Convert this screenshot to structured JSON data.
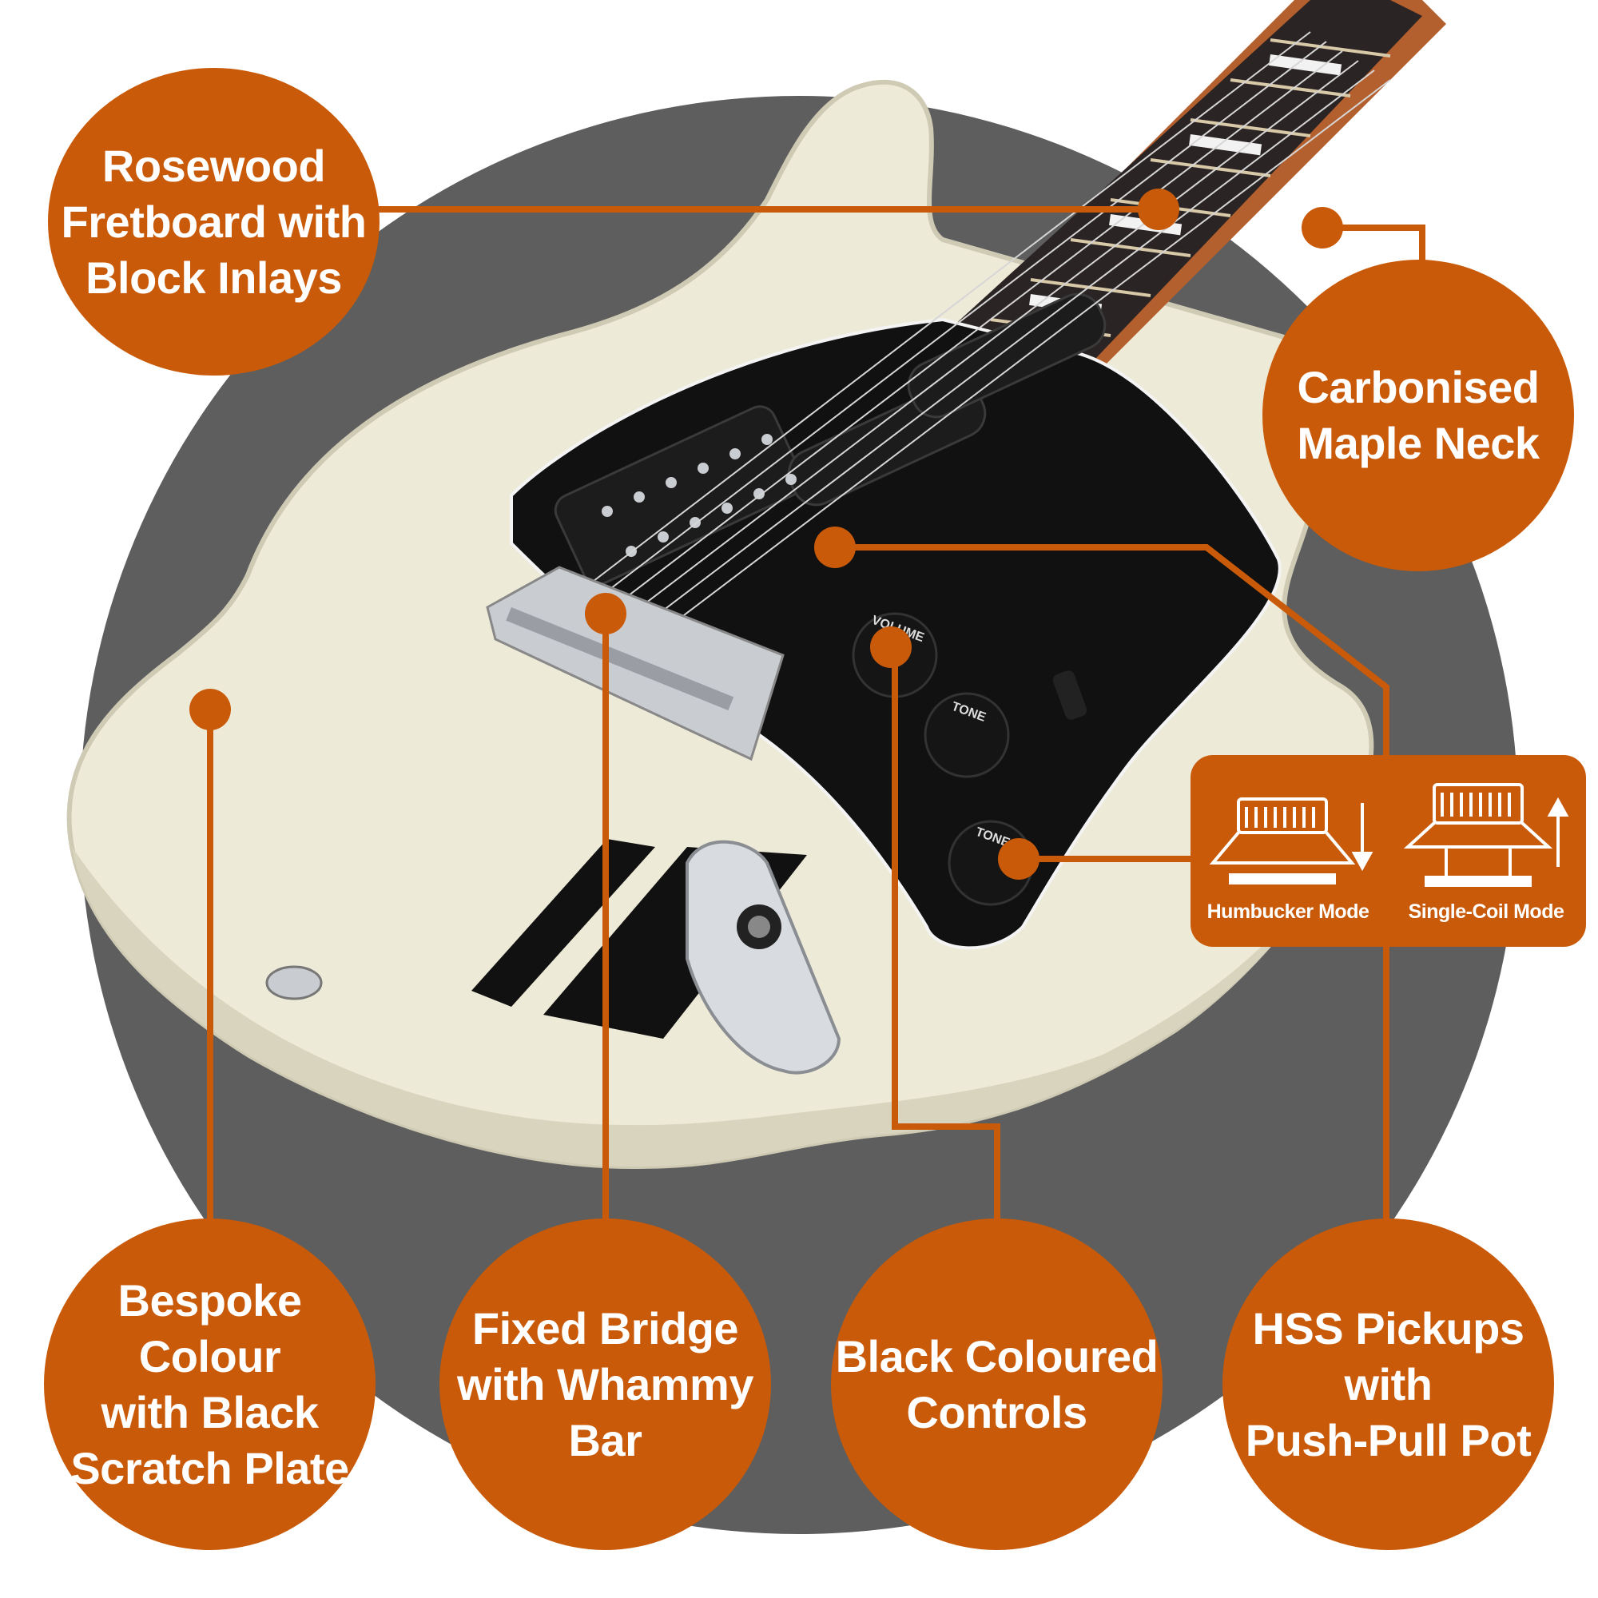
{
  "colors": {
    "accent": "#c95a09",
    "backdrop": "#5e5e5e",
    "body_cream": "#eeead8",
    "pickguard": "#111111",
    "fretboard": "#2b2424",
    "chrome": "#c9ccd0"
  },
  "callouts": {
    "fretboard": {
      "line1": "Rosewood",
      "line2": "Fretboard with",
      "line3": "Block Inlays"
    },
    "neck": {
      "line1": "Carbonised",
      "line2": "Maple Neck"
    },
    "colour": {
      "line1": "Bespoke Colour",
      "line2": "with Black",
      "line3": "Scratch Plate"
    },
    "bridge": {
      "line1": "Fixed Bridge",
      "line2": "with Whammy",
      "line3": "Bar"
    },
    "controls": {
      "line1": "Black Coloured",
      "line2": "Controls"
    },
    "pickups": {
      "line1": "HSS Pickups",
      "line2": "with",
      "line3": "Push-Pull Pot"
    }
  },
  "modes": {
    "humbucker": "Humbucker Mode",
    "single_coil": "Single-Coil Mode"
  },
  "knobs": {
    "volume": "VOLUME",
    "tone1": "TONE",
    "tone2": "TONE"
  },
  "icons": {
    "arrow_down": "arrow-down-icon",
    "arrow_up": "arrow-up-icon",
    "humbucker": "humbucker-pickup-icon",
    "single_coil": "single-coil-pickup-icon"
  }
}
